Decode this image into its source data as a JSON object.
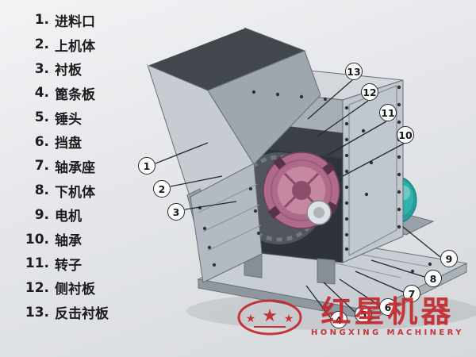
{
  "parts_list": [
    {
      "num": "1.",
      "label": "进料口"
    },
    {
      "num": "2.",
      "label": "上机体"
    },
    {
      "num": "3.",
      "label": "衬板"
    },
    {
      "num": "4.",
      "label": "篦条板"
    },
    {
      "num": "5.",
      "label": "锤头"
    },
    {
      "num": "6.",
      "label": "挡盘"
    },
    {
      "num": "7.",
      "label": "轴承座"
    },
    {
      "num": "8.",
      "label": "下机体"
    },
    {
      "num": "9.",
      "label": "电机"
    },
    {
      "num": "10.",
      "label": "轴承"
    },
    {
      "num": "11.",
      "label": "转子"
    },
    {
      "num": "12.",
      "label": "侧衬板"
    },
    {
      "num": "13.",
      "label": "反击衬板"
    }
  ],
  "callouts": [
    {
      "num": "1"
    },
    {
      "num": "2"
    },
    {
      "num": "3"
    },
    {
      "num": "4"
    },
    {
      "num": "5"
    },
    {
      "num": "6"
    },
    {
      "num": "7"
    },
    {
      "num": "8"
    },
    {
      "num": "9"
    },
    {
      "num": "10"
    },
    {
      "num": "11"
    },
    {
      "num": "12"
    },
    {
      "num": "13"
    }
  ],
  "watermark": {
    "brand_cn": "红星机器",
    "brand_en": "HONGXING MACHINERY"
  },
  "colors": {
    "background": "#e6e8eb",
    "accent_red": "#c4282d",
    "motor_teal": "#24a09b",
    "rotor_pink": "#b06a8a",
    "steel_gray": "#c1c7ce",
    "ink": "#1c1c1e"
  }
}
